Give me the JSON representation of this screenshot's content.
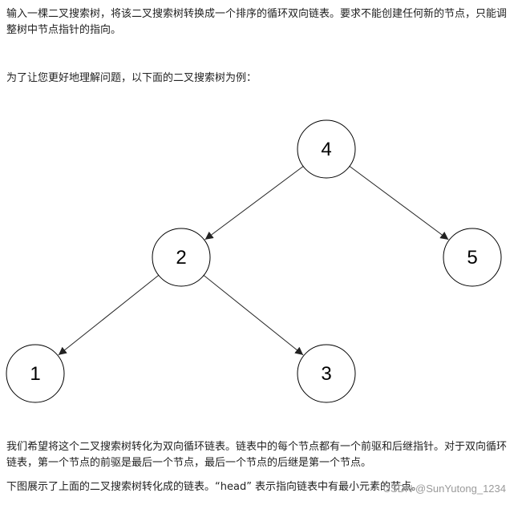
{
  "text": {
    "intro": "输入一棵二叉搜索树，将该二叉搜索树转换成一个排序的循环双向链表。要求不能创建任何新的节点，只能调整树中节点指针的指向。",
    "example": "为了让您更好地理解问题，以下面的二叉搜索树为例：",
    "explain": "我们希望将这个二叉搜索树转化为双向循环链表。链表中的每个节点都有一个前驱和后继指针。对于双向循环链表，第一个节点的前驱是最后一个节点，最后一个节点的后继是第一个节点。",
    "caption": "下图展示了上面的二叉搜索树转化成的链表。“head” 表示指向链表中有最小元素的节点。"
  },
  "watermark": "CSDN @SunYutong_1234",
  "diagram": {
    "nodes": [
      {
        "id": "n4",
        "label": "4"
      },
      {
        "id": "n2",
        "label": "2"
      },
      {
        "id": "n5",
        "label": "5"
      },
      {
        "id": "n1",
        "label": "1"
      },
      {
        "id": "n3",
        "label": "3"
      }
    ],
    "edges": [
      {
        "from": "n4",
        "to": "n2"
      },
      {
        "from": "n4",
        "to": "n5"
      },
      {
        "from": "n2",
        "to": "n1"
      },
      {
        "from": "n2",
        "to": "n3"
      }
    ]
  }
}
